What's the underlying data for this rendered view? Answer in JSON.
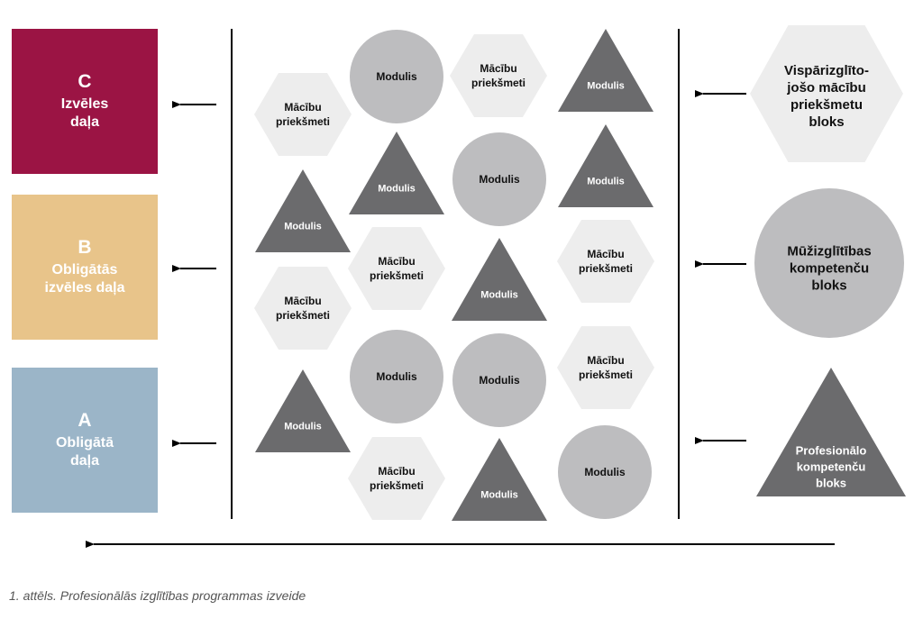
{
  "colors": {
    "box_c": "#9b1444",
    "box_b": "#e8c48a",
    "box_a": "#9bb5c8",
    "hexagon": "#ededed",
    "circle": "#bdbdbf",
    "triangle": "#6b6b6d",
    "line": "#000000"
  },
  "left_boxes": [
    {
      "letter": "C",
      "name": "Izvēles\ndaļa"
    },
    {
      "letter": "B",
      "name": "Obligātās\nizvēles daļa"
    },
    {
      "letter": "A",
      "name": "Obligātā\ndaļa"
    }
  ],
  "shapes": {
    "modulis": "Modulis",
    "macibu": "Mācību\npriekšmeti"
  },
  "right_blocks": [
    {
      "shape": "hexagon",
      "label": "Vispārizglīto-\njošo mācību\npriekšmetu\nbloks"
    },
    {
      "shape": "circle",
      "label": "Mūžizglītības\nkompetenču\nbloks"
    },
    {
      "shape": "triangle",
      "label": "Profesionālo\nkompetenču\nbloks"
    }
  ],
  "caption": "1. attēls. Profesionālās izglītības programmas izveide"
}
